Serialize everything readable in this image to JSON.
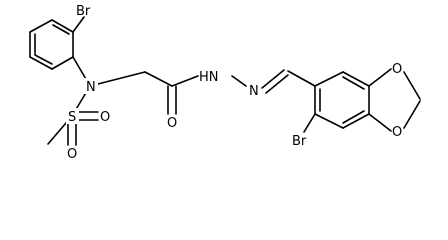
{
  "atom_labels": {
    "br_top": "Br",
    "br_bottom": "Br",
    "n_amine": "N",
    "s_sulfonyl": "S",
    "o_sulfonyl_right": "O",
    "o_sulfonyl_bottom": "O",
    "o_carbonyl": "O",
    "nh_hydrazide": "HN",
    "n_imine": "N",
    "o_dioxole_top": "O",
    "o_dioxole_bottom": "O"
  },
  "colors": {
    "bond": "#000000",
    "background": "#ffffff"
  }
}
